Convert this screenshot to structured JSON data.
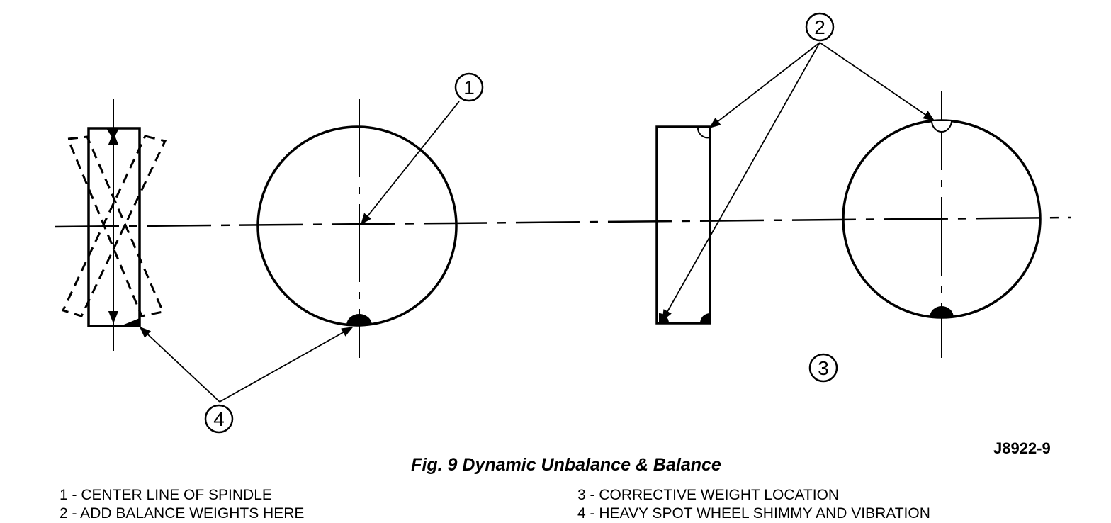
{
  "figure": {
    "caption": "Fig. 9 Dynamic Unbalance & Balance",
    "drawing_id": "J8922-9"
  },
  "callouts": [
    "1",
    "2",
    "3",
    "4"
  ],
  "legend": {
    "left": [
      "1 - CENTER LINE OF SPINDLE",
      "2 - ADD BALANCE WEIGHTS HERE"
    ],
    "right": [
      "3 - CORRECTIVE WEIGHT LOCATION",
      "4 - HEAVY SPOT WHEEL SHIMMY AND VIBRATION"
    ]
  }
}
